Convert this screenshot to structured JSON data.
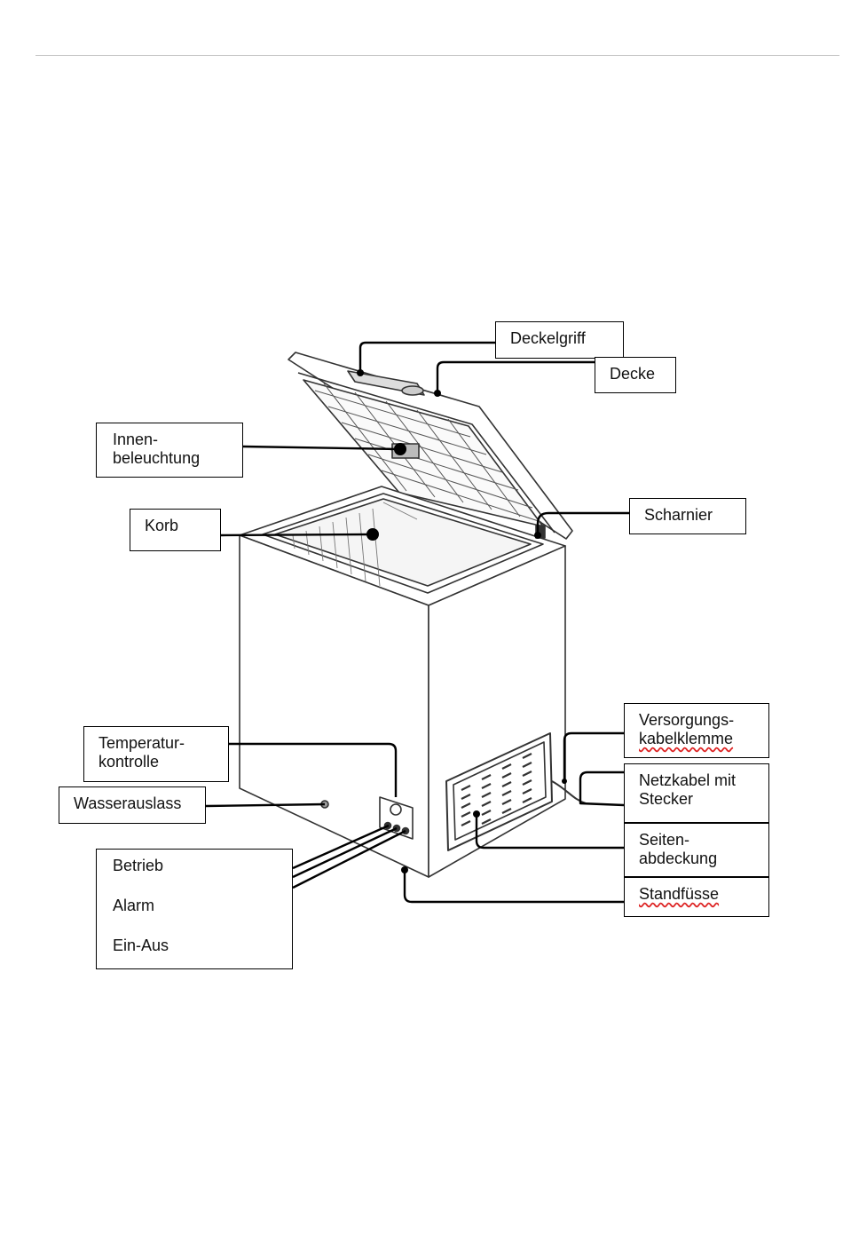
{
  "labels": {
    "deckelgriff": "Deckelgriff",
    "decke": "Decke",
    "innenbeleuchtung": "Innen-\nbeleuchtung",
    "korb": "Korb",
    "scharnier": "Scharnier",
    "temperaturkontrolle": "Temperatur-\nkontrolle",
    "wasserauslass": "Wasserauslass",
    "versorgungskabelklemme_1": "Versorgungs-",
    "versorgungskabelklemme_2": "kabelklemme",
    "netzkabel": "Netzkabel mit\nStecker",
    "seitenabdeckung": "Seiten-\nabdeckung",
    "standfuesse": "Standfüsse"
  },
  "controls": [
    "Betrieb",
    "Alarm",
    "Ein-Aus"
  ],
  "colors": {
    "line": "#000000",
    "drawing": "#333333",
    "spellcheck": "#dd2222"
  }
}
